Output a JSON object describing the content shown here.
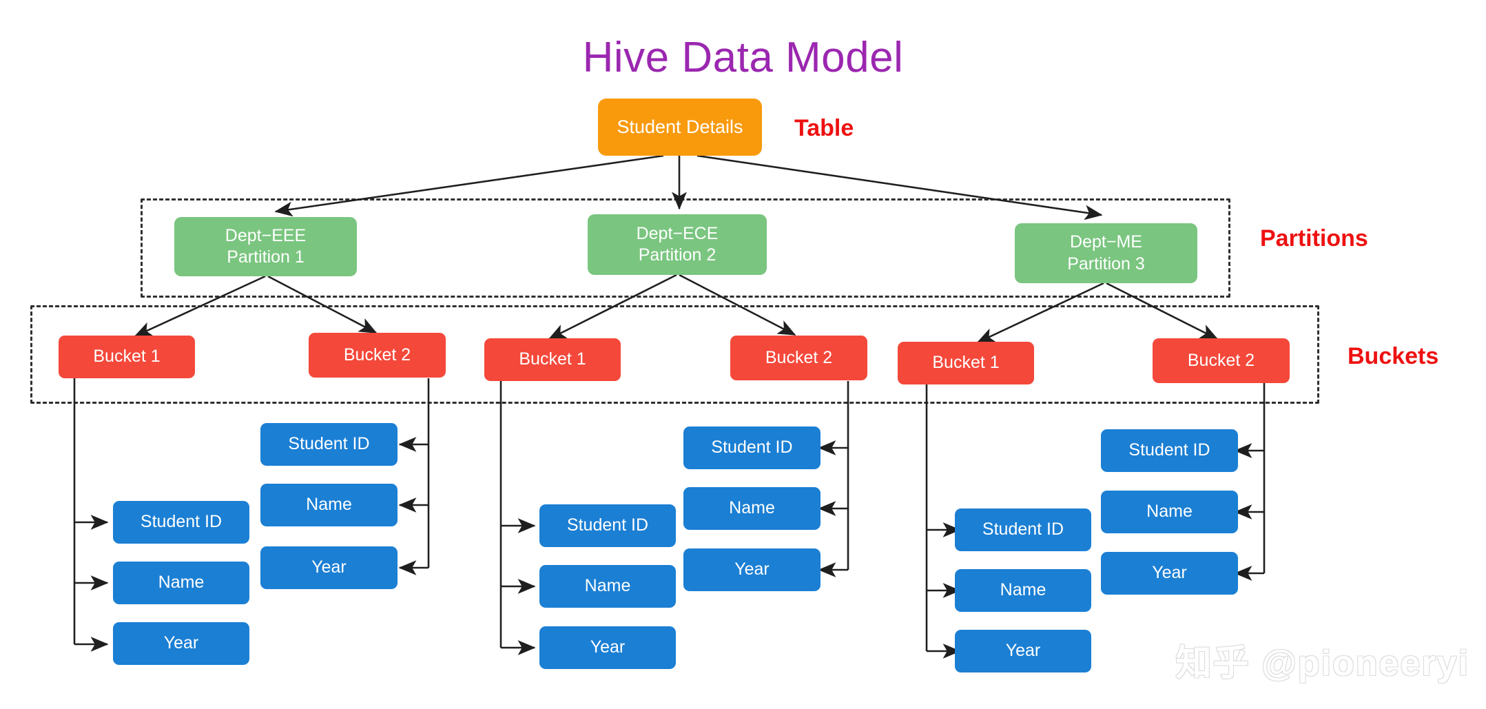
{
  "title": "Hive Data Model",
  "theme": {
    "title_color": "#9b27b0",
    "table_color": "#f99a0d",
    "partition_color": "#7ac57f",
    "bucket_color": "#f4483a",
    "field_color": "#1b7fd4",
    "label_color": "#ee1111",
    "edge_color": "#1f1f1f",
    "background": "#ffffff"
  },
  "side_labels": {
    "table": "Table",
    "partitions": "Partitions",
    "buckets": "Buckets"
  },
  "table": {
    "label": "Student Details"
  },
  "partitions": [
    {
      "dept": "Dept−EEE",
      "partition": "Partition 1"
    },
    {
      "dept": "Dept−ECE",
      "partition": "Partition 2"
    },
    {
      "dept": "Dept−ME",
      "partition": "Partition 3"
    }
  ],
  "buckets": [
    {
      "label": "Bucket 1"
    },
    {
      "label": "Bucket 2"
    },
    {
      "label": "Bucket 1"
    },
    {
      "label": "Bucket 2"
    },
    {
      "label": "Bucket 1"
    },
    {
      "label": "Bucket 2"
    }
  ],
  "fields": {
    "student_id": "Student ID",
    "name": "Name",
    "year": "Year"
  },
  "field_groups": [
    {
      "bucket": "Bucket 1",
      "items": [
        "Student ID",
        "Name",
        "Year"
      ]
    },
    {
      "bucket": "Bucket 2",
      "items": [
        "Student ID",
        "Name",
        "Year"
      ]
    },
    {
      "bucket": "Bucket 1",
      "items": [
        "Student ID",
        "Name",
        "Year"
      ]
    },
    {
      "bucket": "Bucket 2",
      "items": [
        "Student ID",
        "Name",
        "Year"
      ]
    },
    {
      "bucket": "Bucket 1",
      "items": [
        "Student ID",
        "Name",
        "Year"
      ]
    },
    {
      "bucket": "Bucket 2",
      "items": [
        "Student ID",
        "Name",
        "Year"
      ]
    }
  ],
  "watermark": "知乎 @pioneeryi"
}
